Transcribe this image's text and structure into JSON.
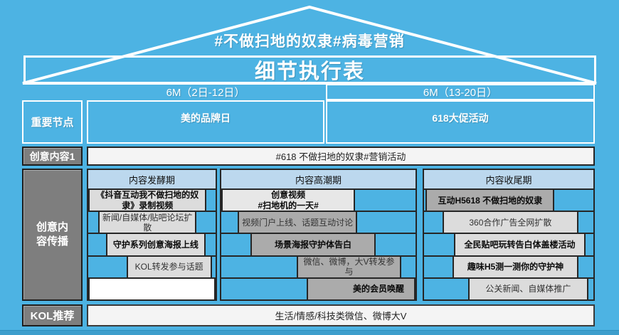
{
  "header": {
    "roof_title": "#不做扫地的奴隶#病毒营销",
    "banner_title": "细节执行表"
  },
  "timeline": {
    "period1": "6M（2日-12日）",
    "period2": "6M（13-20日）"
  },
  "key_nodes": {
    "label": "重要节点",
    "items": [
      "美的品牌日",
      "618大促活动"
    ]
  },
  "creative1": {
    "label": "创意内容1",
    "content": "#618 不做扫地的奴隶#营销活动"
  },
  "spread": {
    "label": "创意内容传播",
    "columns": [
      {
        "phase": "内容发酵期",
        "cells": [
          "《抖音互动我不做扫地的奴隶》录制视频",
          "新闻/自媒体/贴吧论坛扩散",
          "守护系列创意海报上线",
          "KOL转发参与话题",
          ""
        ]
      },
      {
        "phase": "内容高潮期",
        "cells": [
          "创意视频\n#扫地机的一天#",
          "视频门户上线、话题互动讨论",
          "场景海报守护体告白",
          "微信、微博，大V转发参与",
          "美的会员唤醒"
        ]
      },
      {
        "phase": "内容收尾期",
        "cells": [
          "互动H5618 不做扫地的奴隶",
          "360合作广告全网扩散",
          "全民贴吧玩转告白体盖楼活动",
          "趣味H5测一测你的守护神",
          "公关新闻、自媒体推广"
        ]
      }
    ]
  },
  "kol": {
    "label": "KOL推荐",
    "content": "生活/情感/科技类微信、微博大V"
  },
  "colors": {
    "background": "#4DB3E3",
    "bottom_strip": "#3E9ECC",
    "phase_header": "#BCD8EE",
    "cell_light": "#DCDCDC",
    "cell_medium": "#ABABAB",
    "sidebar_gray": "#7E7E7E",
    "content_cell": "#F4F4F4",
    "line_dark": "#262626",
    "line_white": "#FFFFFF"
  }
}
